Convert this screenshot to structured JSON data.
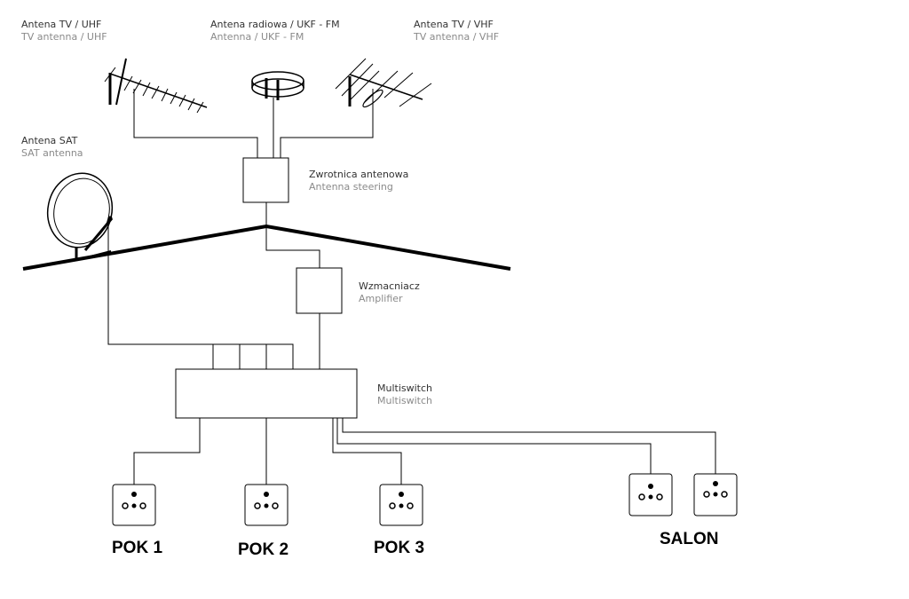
{
  "labels": {
    "uhf": {
      "pl": "Antena TV / UHF",
      "en": "TV antenna / UHF"
    },
    "fm": {
      "pl": "Antena radiowa / UKF - FM",
      "en": "Antenna / UKF - FM"
    },
    "vhf": {
      "pl": "Antena TV / VHF",
      "en": "TV antenna / VHF"
    },
    "sat": {
      "pl": "Antena SAT",
      "en": "SAT antenna"
    },
    "combiner": {
      "pl": "Zwrotnica antenowa",
      "en": "Antenna steering"
    },
    "amplifier": {
      "pl": "Wzmacniacz",
      "en": "Amplifier"
    },
    "multiswitch": {
      "pl": "Multiswitch",
      "en": "Multiswitch"
    }
  },
  "rooms": [
    "POK 1",
    "POK 2",
    "POK 3",
    "SALON"
  ]
}
